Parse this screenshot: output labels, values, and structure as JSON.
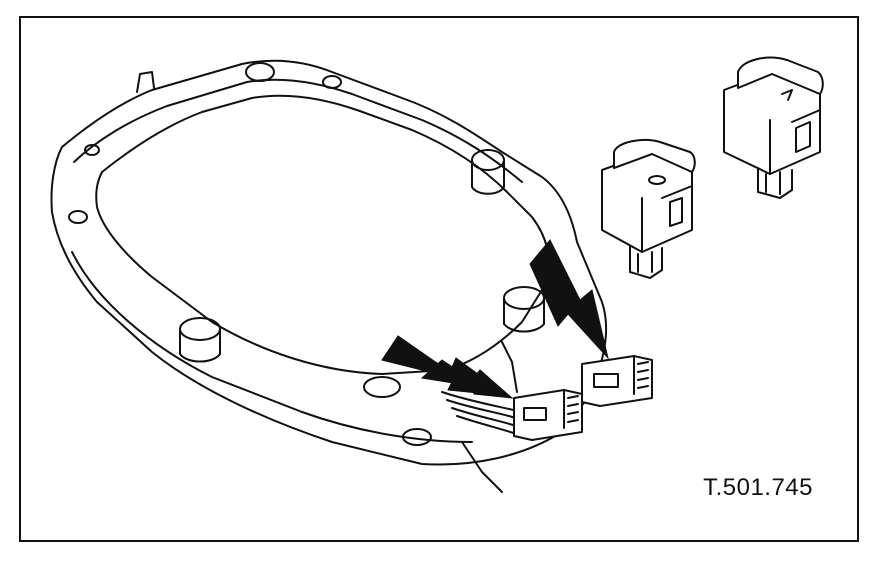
{
  "figure": {
    "reference_code": "T.501.745",
    "components": [
      "bezel-frame",
      "switch-unit-left",
      "switch-unit-right",
      "connector-left",
      "connector-right"
    ],
    "arrow_count": 3,
    "line_color": "#111111",
    "background_color": "#ffffff"
  }
}
